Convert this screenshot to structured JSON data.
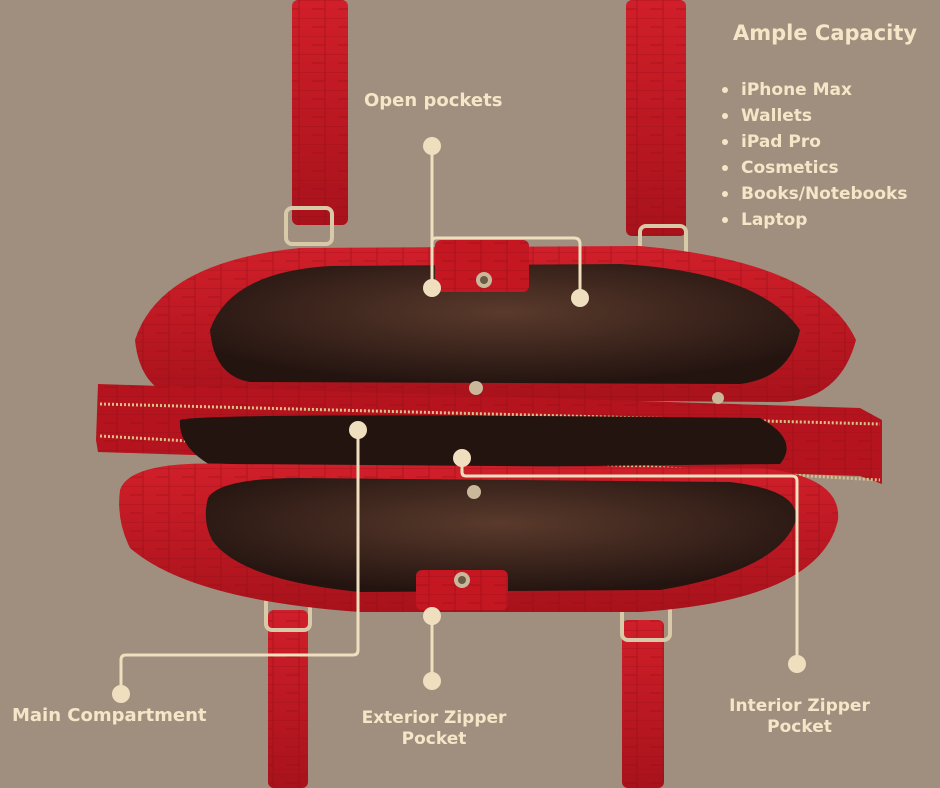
{
  "colors": {
    "background": "#a08f7f",
    "label": "#f5e6c8",
    "bag_red": "#c41722",
    "bag_interior": "#2e1c17"
  },
  "capacity": {
    "title": "Ample Capacity",
    "items": [
      "iPhone Max",
      "Wallets",
      "iPad Pro",
      "Cosmetics",
      "Books/Notebooks",
      "Laptop"
    ]
  },
  "callouts": {
    "open_pockets": "Open pockets",
    "main_compartment": "Main Compartment",
    "exterior_zipper_line1": "Exterior Zipper",
    "exterior_zipper_line2": "Pocket",
    "interior_zipper_line1": "Interior Zipper",
    "interior_zipper_line2": "Pocket"
  }
}
